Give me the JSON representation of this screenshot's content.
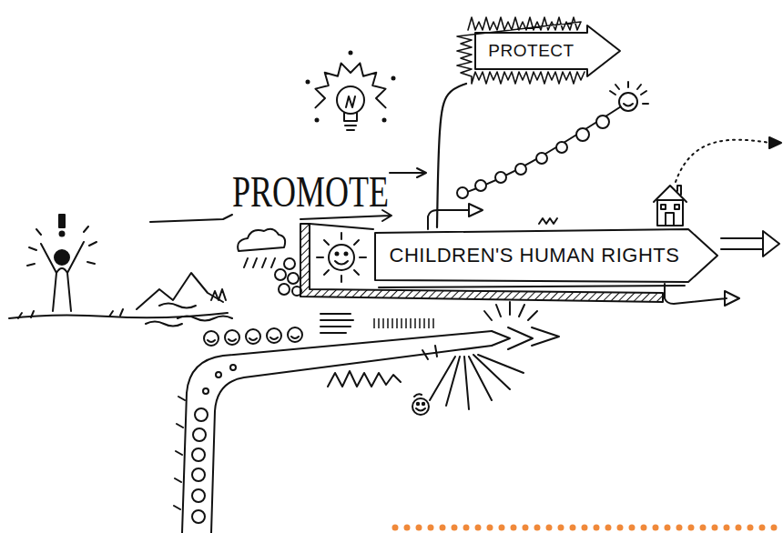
{
  "diagram": {
    "nodes": [
      {
        "text": [
          "PROTECT"
        ]
      },
      {
        "text": [
          "CHILDREN'S HUMAN RIGHTS"
        ]
      }
    ],
    "edges": [
      {
        "from": 1,
        "to": 0,
        "arrow": "none"
      }
    ],
    "labels": [
      "PROMOTE"
    ]
  }
}
